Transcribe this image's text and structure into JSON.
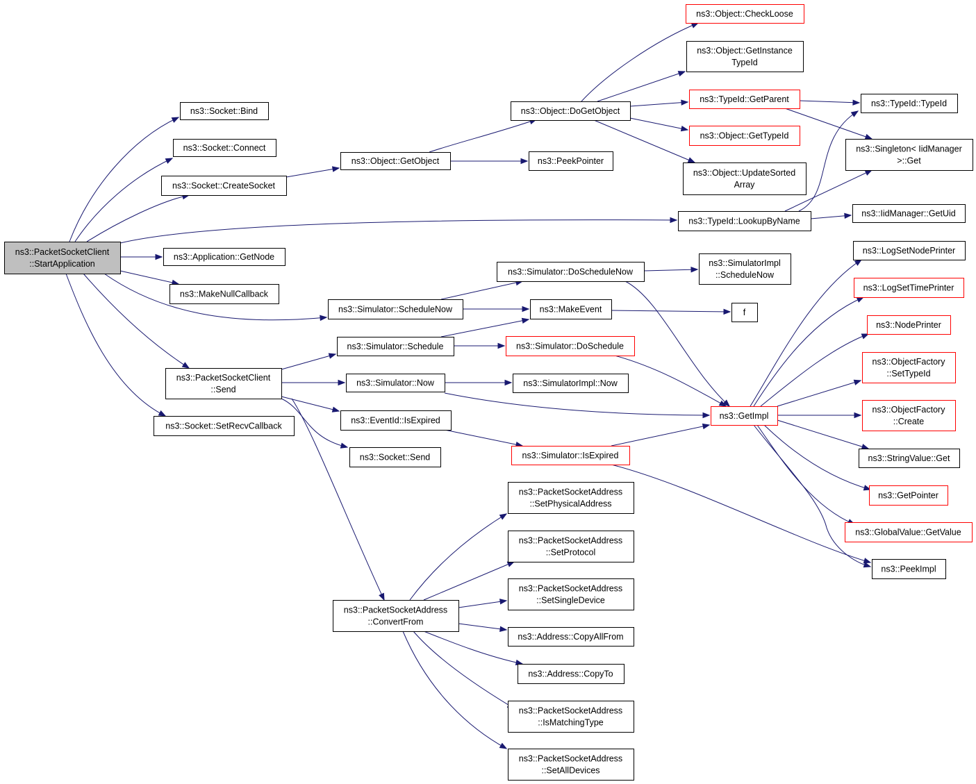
{
  "nodes": {
    "root": [
      "ns3::PacketSocketClient",
      "::StartApplication"
    ],
    "bind": [
      "ns3::Socket::Bind"
    ],
    "connect": [
      "ns3::Socket::Connect"
    ],
    "createsocket": [
      "ns3::Socket::CreateSocket"
    ],
    "getnode": [
      "ns3::Application::GetNode"
    ],
    "makenullcb": [
      "ns3::MakeNullCallback"
    ],
    "pscsend": [
      "ns3::PacketSocketClient",
      "::Send"
    ],
    "setrecvcb": [
      "ns3::Socket::SetRecvCallback"
    ],
    "getobject": [
      "ns3::Object::GetObject"
    ],
    "dogetobject": [
      "ns3::Object::DoGetObject"
    ],
    "peekpointer": [
      "ns3::PeekPointer"
    ],
    "checkloose": [
      "ns3::Object::CheckLoose"
    ],
    "getinstancetypeid": [
      "ns3::Object::GetInstance",
      "TypeId"
    ],
    "getparent": [
      "ns3::TypeId::GetParent"
    ],
    "objgettypeid": [
      "ns3::Object::GetTypeId"
    ],
    "updatesorted": [
      "ns3::Object::UpdateSorted",
      "Array"
    ],
    "typeidtypeid": [
      "ns3::TypeId::TypeId"
    ],
    "singleton": [
      "ns3::Singleton< IidManager",
      " >::Get"
    ],
    "lookupbyname": [
      "ns3::TypeId::LookupByName"
    ],
    "iidgetuid": [
      "ns3::IidManager::GetUid"
    ],
    "scheduleNow": [
      "ns3::Simulator::ScheduleNow"
    ],
    "doScheduleNow": [
      "ns3::Simulator::DoScheduleNow"
    ],
    "simimplScheduleNow": [
      "ns3::SimulatorImpl",
      "::ScheduleNow"
    ],
    "makeevent": [
      "ns3::MakeEvent"
    ],
    "f": [
      "f"
    ],
    "schedule": [
      "ns3::Simulator::Schedule"
    ],
    "doschedule": [
      "ns3::Simulator::DoSchedule"
    ],
    "simnow": [
      "ns3::Simulator::Now"
    ],
    "simimplnow": [
      "ns3::SimulatorImpl::Now"
    ],
    "getimpl": [
      "ns3::GetImpl"
    ],
    "isexpiredev": [
      "ns3::EventId::IsExpired"
    ],
    "simisexpired": [
      "ns3::Simulator::IsExpired"
    ],
    "socketsend": [
      "ns3::Socket::Send"
    ],
    "logsetnode": [
      "ns3::LogSetNodePrinter"
    ],
    "logsettime": [
      "ns3::LogSetTimePrinter"
    ],
    "nodeprinter": [
      "ns3::NodePrinter"
    ],
    "ofsettypeid": [
      "ns3::ObjectFactory",
      "::SetTypeId"
    ],
    "ofcreate": [
      "ns3::ObjectFactory",
      "::Create"
    ],
    "stringget": [
      "ns3::StringValue::Get"
    ],
    "getpointer": [
      "ns3::GetPointer"
    ],
    "globalget": [
      "ns3::GlobalValue::GetValue"
    ],
    "peekimpl": [
      "ns3::PeekImpl"
    ],
    "psaconvert": [
      "ns3::PacketSocketAddress",
      "::ConvertFrom"
    ],
    "psasetphys": [
      "ns3::PacketSocketAddress",
      "::SetPhysicalAddress"
    ],
    "psasetproto": [
      "ns3::PacketSocketAddress",
      "::SetProtocol"
    ],
    "psasetsingle": [
      "ns3::PacketSocketAddress",
      "::SetSingleDevice"
    ],
    "copyallfrom": [
      "ns3::Address::CopyAllFrom"
    ],
    "copyto": [
      "ns3::Address::CopyTo"
    ],
    "psaismatching": [
      "ns3::PacketSocketAddress",
      "::IsMatchingType"
    ],
    "psasetall": [
      "ns3::PacketSocketAddress",
      "::SetAllDevices"
    ]
  },
  "colors": {
    "edge": "#191970",
    "node_border": "#000000",
    "node_border_incomplete": "#ff0000",
    "root_fill": "#bfbfbf"
  }
}
